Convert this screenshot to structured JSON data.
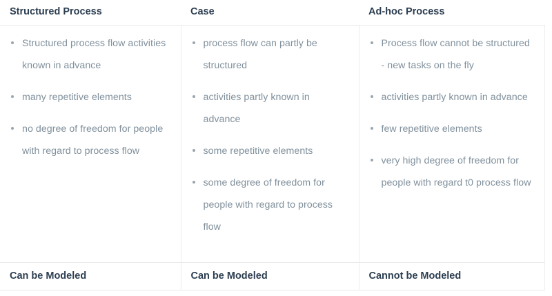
{
  "table": {
    "columns": [
      {
        "header": "Structured Process",
        "items": [
          "Structured process flow activities known in advance",
          "many repetitive elements",
          "no degree of freedom for people with regard to process flow"
        ],
        "footer": "Can be Modeled"
      },
      {
        "header": "Case",
        "items": [
          "process flow can partly be structured",
          "activities partly known in advance",
          "some repetitive elements",
          "some degree of freedom for people with regard to process flow"
        ],
        "footer": "Can be Modeled"
      },
      {
        "header": "Ad-hoc Process",
        "items": [
          "Process flow cannot be structured - new tasks on the fly",
          "activities partly known in advance",
          "few repetitive elements",
          "very high degree of freedom for people with regard t0 process flow"
        ],
        "footer": "Cannot be Modeled"
      }
    ]
  },
  "colors": {
    "heading_text": "#2c3e50",
    "body_text": "#80909c",
    "bullet_marker": "#9aa5ae",
    "border": "#e9e9e9",
    "divider": "#ededed",
    "background": "#ffffff"
  }
}
